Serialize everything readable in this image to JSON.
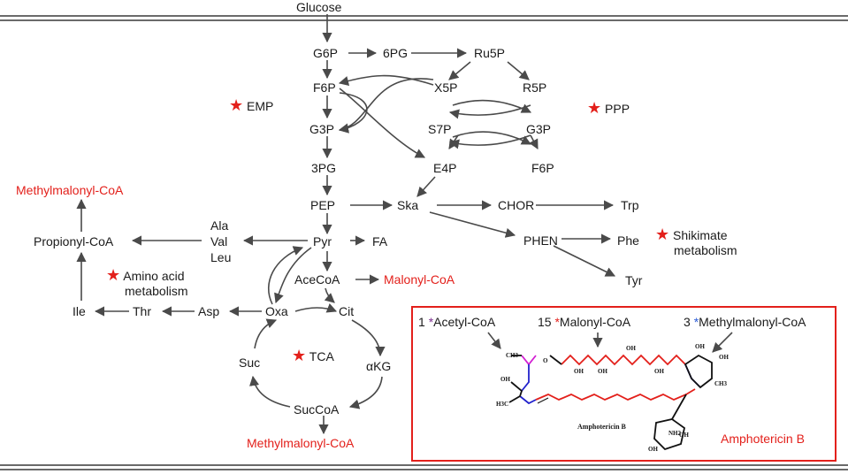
{
  "metabolites": {
    "glucose": "Glucose",
    "g6p": "G6P",
    "pg6": "6PG",
    "ru5p": "Ru5P",
    "f6p": "F6P",
    "x5p": "X5P",
    "r5p": "R5P",
    "g3p": "G3P",
    "s7p": "S7P",
    "g3p_ppp": "G3P",
    "pg3": "3PG",
    "e4p": "E4P",
    "f6p_ppp": "F6P",
    "pep": "PEP",
    "ska": "Ska",
    "chor": "CHOR",
    "trp": "Trp",
    "ala": "Ala",
    "val": "Val",
    "leu": "Leu",
    "pyr": "Pyr",
    "fa": "FA",
    "phen": "PHEN",
    "phe": "Phe",
    "tyr": "Tyr",
    "propionyl": "Propionyl-CoA",
    "methylmalonyl_top": "Methylmalonyl-CoA",
    "acecoa": "AceCoA",
    "malonyl": "Malonyl-CoA",
    "ile": "Ile",
    "thr": "Thr",
    "asp": "Asp",
    "oxa": "Oxa",
    "cit": "Cit",
    "suc": "Suc",
    "akg": "αKG",
    "succoa": "SucCoA",
    "methylmalonyl_bottom": "Methylmalonyl-CoA"
  },
  "pathways": {
    "emp": "EMP",
    "ppp": "PPP",
    "shikimate_line1": "Shikimate",
    "shikimate_line2": "metabolism",
    "amino_line1": "Amino acid",
    "amino_line2": "metabolism",
    "tca": "TCA"
  },
  "inset": {
    "acetyl_count": "1",
    "acetyl_label": "Acetyl-CoA",
    "malonyl_count": "15",
    "malonyl_label": "Malonyl-CoA",
    "methylmalonyl_count": "3",
    "methylmalonyl_label": "Methylmalonyl-CoA",
    "molecule_caption": "Amphotericin B",
    "title": "Amphotericin B",
    "oh_label": "OH",
    "o_label": "O",
    "h3c_label": "H3C",
    "nh2_label": "NH2",
    "ch3_label": "CH3"
  },
  "colors": {
    "arrow": "#4a4a4a",
    "highlight": "#e3201b",
    "acetyl_star": "#7b2d8e",
    "methylmalonyl_star": "#2a5bd7",
    "acetyl_unit": "#d21fd2",
    "methylmalonyl_unit": "#2222cc",
    "malonyl_unit": "#e3201b"
  },
  "icons": {
    "pathway_marker": "star-icon"
  }
}
